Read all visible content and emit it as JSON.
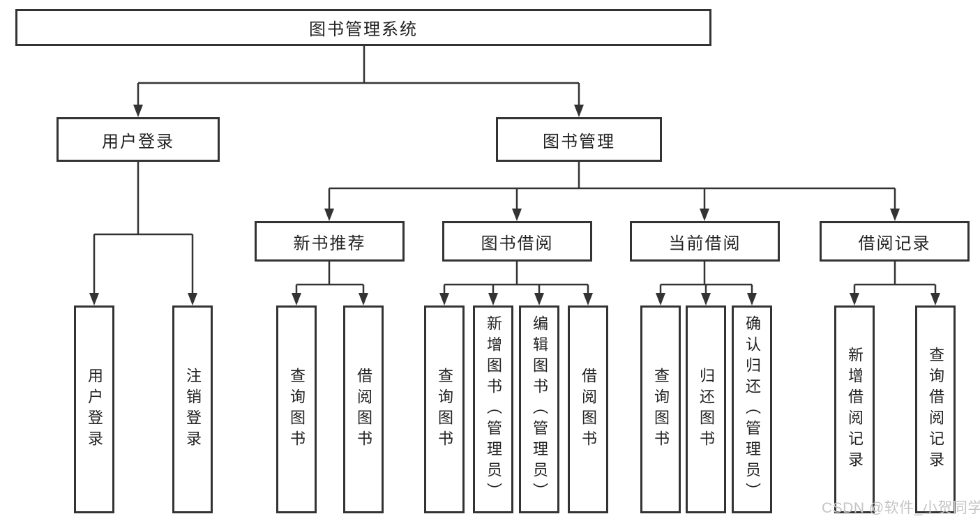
{
  "diagram": {
    "root": {
      "label": "图书管理系统"
    },
    "level2": {
      "user_login": {
        "label": "用户登录"
      },
      "book_management": {
        "label": "图书管理"
      }
    },
    "level3": {
      "new_book_recommendation": {
        "label": "新书推荐"
      },
      "book_borrowing": {
        "label": "图书借阅"
      },
      "current_borrowing": {
        "label": "当前借阅"
      },
      "borrowing_records": {
        "label": "借阅记录"
      }
    },
    "leaves": {
      "user_login_leaf": {
        "label": "用户登录"
      },
      "logout_leaf": {
        "label": "注销登录"
      },
      "nb_query_books": {
        "label": "查询图书"
      },
      "nb_borrow_books": {
        "label": "借阅图书"
      },
      "bb_query_books": {
        "label": "查询图书"
      },
      "bb_add_book_admin": {
        "label": "新增图书（管理员）"
      },
      "bb_edit_book_admin": {
        "label": "编辑图书（管理员）"
      },
      "bb_borrow_books": {
        "label": "借阅图书"
      },
      "cb_query_books": {
        "label": "查询图书"
      },
      "cb_return_books": {
        "label": "归还图书"
      },
      "cb_confirm_return_admin": {
        "label": "确认归还（管理员）"
      },
      "br_add_record": {
        "label": "新增借阅记录"
      },
      "br_query_record": {
        "label": "查询借阅记录"
      }
    }
  },
  "watermark": {
    "text": "CSDN @软件_小贺同学"
  },
  "colors": {
    "line": "#333333",
    "border": "#333333",
    "text": "#222222",
    "watermark": "#c5c5c5",
    "background": "#ffffff"
  }
}
